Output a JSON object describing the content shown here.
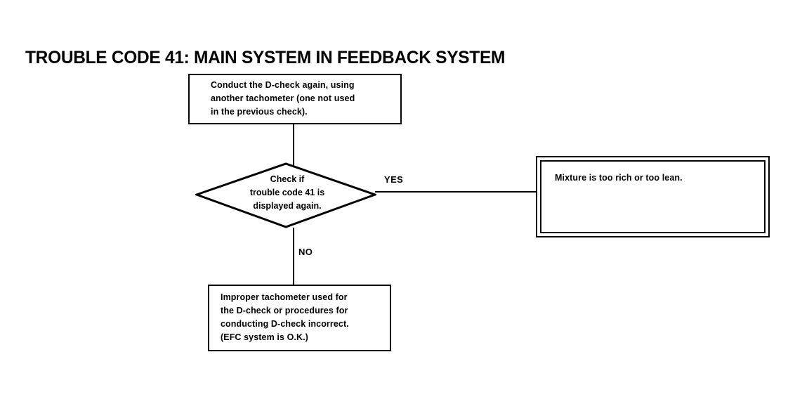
{
  "document": {
    "title": "TROUBLE CODE 41: MAIN SYSTEM IN FEEDBACK SYSTEM"
  },
  "diagram": {
    "type": "flowchart",
    "nodes": {
      "conduct_dcheck": {
        "shape": "process",
        "text": "Conduct the D-check again, using\nanother tachometer (one not used\nin the previous check)."
      },
      "decision": {
        "shape": "decision",
        "text": "Check if\ntrouble code 41 is\ndisplayed again."
      },
      "mixture_result": {
        "shape": "double-process",
        "text": "Mixture is too rich or too lean."
      },
      "improper_tach": {
        "shape": "process",
        "text": "Improper tachometer used for\nthe D-check or procedures for\nconducting D-check incorrect.\n(EFC system is O.K.)"
      }
    },
    "edges": {
      "yes_label": "YES",
      "no_label": "NO"
    },
    "colors": {
      "line": "#000000",
      "background": "#ffffff",
      "text": "#000000"
    }
  }
}
